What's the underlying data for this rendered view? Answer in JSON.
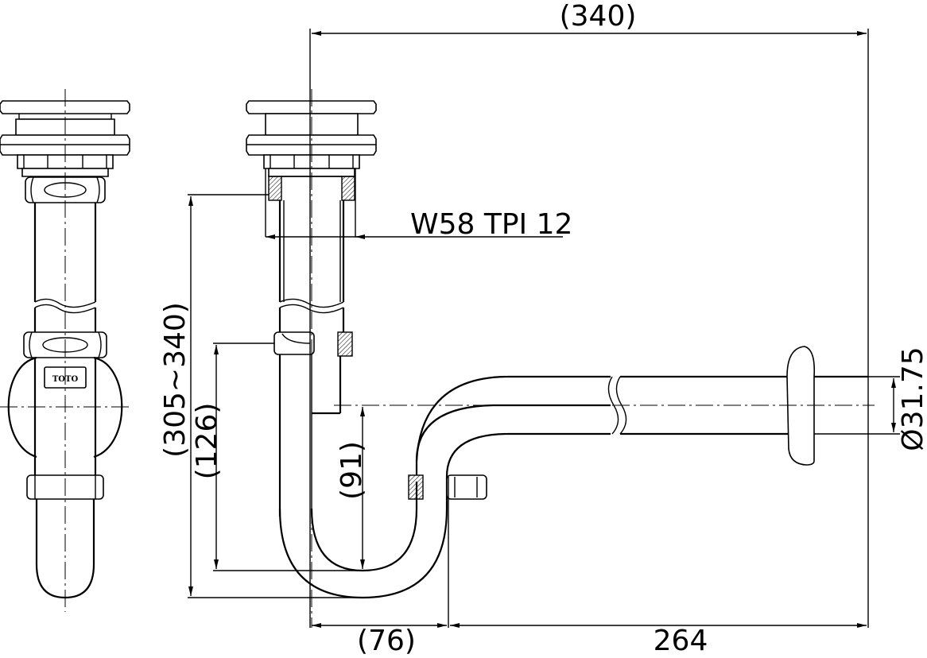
{
  "drawing": {
    "labels": {
      "overall_width": "(340)",
      "thread_spec": "W58 TPI 12",
      "height_range": "(305~340)",
      "trap_height": "(126)",
      "seal_depth": "(91)",
      "pipe_diameter": "Ø31.75",
      "offset": "(76)",
      "wall_distance": "264"
    },
    "logo": "TOTO"
  }
}
